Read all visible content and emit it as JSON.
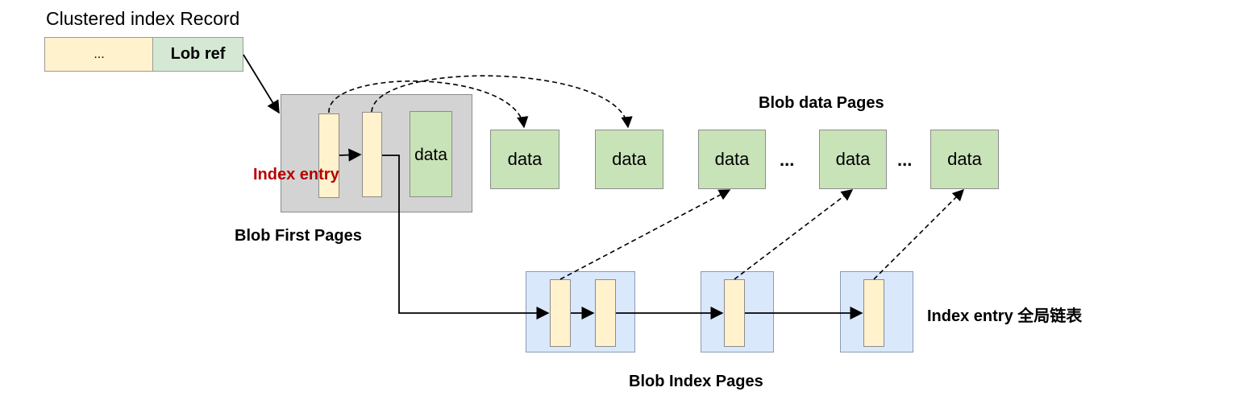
{
  "record": {
    "title": "Clustered index Record",
    "cell_ellipsis": "...",
    "lob_ref": "Lob ref"
  },
  "first_page": {
    "label": "Blob First Pages",
    "data_label": "data",
    "index_entry_label": "Index entry"
  },
  "data_pages": {
    "label": "Blob data Pages",
    "boxes": [
      "data",
      "data",
      "data",
      "data",
      "data"
    ],
    "ellipsis": [
      "...",
      "..."
    ]
  },
  "index_pages": {
    "label": "Blob Index Pages",
    "list_label": "Index entry 全局链表"
  },
  "colors": {
    "entry_fill": "#fff2cc",
    "data_fill": "#c9e3b8",
    "first_page_fill": "#d3d3d3",
    "index_page_fill": "#dae8fc",
    "highlight_text": "#b80000"
  }
}
